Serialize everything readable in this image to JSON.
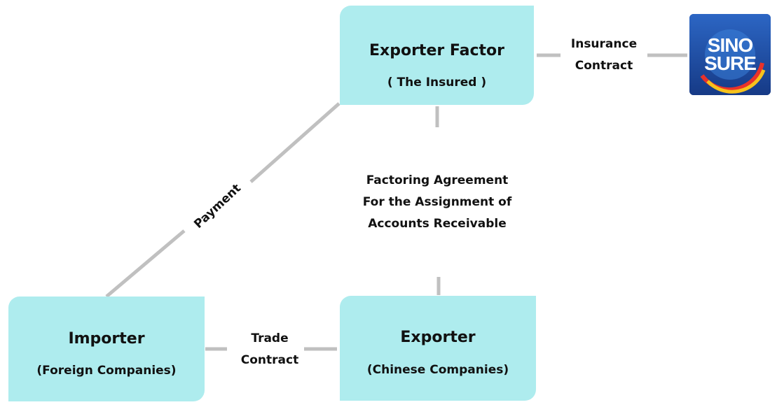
{
  "nodes": {
    "exporter_factor": {
      "title": "Exporter Factor",
      "subtitle": "( The Insured )"
    },
    "importer": {
      "title": "Importer",
      "subtitle": "(Foreign Companies)"
    },
    "exporter": {
      "title": "Exporter",
      "subtitle": "(Chinese Companies)"
    }
  },
  "edges": {
    "insurance": {
      "line1": "Insurance",
      "line2": "Contract"
    },
    "payment": {
      "text": "Payment"
    },
    "trade": {
      "line1": "Trade",
      "line2": "Contract"
    },
    "factoring": {
      "line1": "Factoring Agreement",
      "line2": "For the Assignment of",
      "line3": "Accounts Receivable"
    }
  },
  "logo": {
    "line1": "SINO",
    "line2": "SURE"
  },
  "colors": {
    "box_fill": "#aeecee",
    "connector": "#c0c0c0",
    "logo_blue": "#1b3f8f"
  }
}
